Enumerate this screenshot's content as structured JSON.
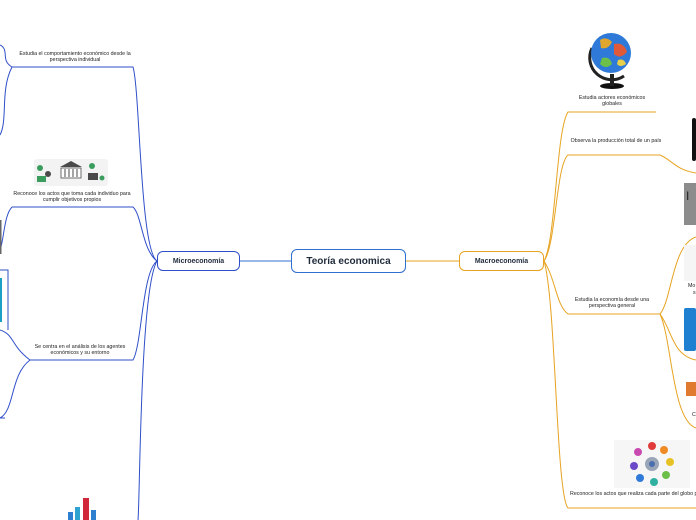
{
  "colors": {
    "micro": "#2f4fc8",
    "macro": "#e7a321",
    "root": "#2f6fd0"
  },
  "root": {
    "label": "Teoría economica"
  },
  "micro": {
    "label": "Microeconomía",
    "leaves": [
      {
        "text": "Estudia el comportamiento económico desde la perspectiva individual"
      },
      {
        "text": "Reconoce los actos que toma cada individuo para cumplir objetivos propios",
        "icon": "bank-illustration"
      },
      {
        "text": "Se centra en el análisis de los agentes económicos y su entorno"
      }
    ],
    "chart_icon": "bar-chart-icon"
  },
  "macro": {
    "label": "Macroeconomía",
    "leaves": [
      {
        "text": "Estudia actores económicos globales",
        "icon": "globe-icon"
      },
      {
        "text": "Observa la producción total de un país"
      },
      {
        "text": "Estudia la economía desde una perspectiva general"
      },
      {
        "text": "Reconoce los actos que realiza cada parte del globo para cumplir objetivos intern",
        "icon": "people-circle-icon"
      }
    ],
    "partial_labels": [
      "Mo",
      "s",
      "C"
    ]
  }
}
